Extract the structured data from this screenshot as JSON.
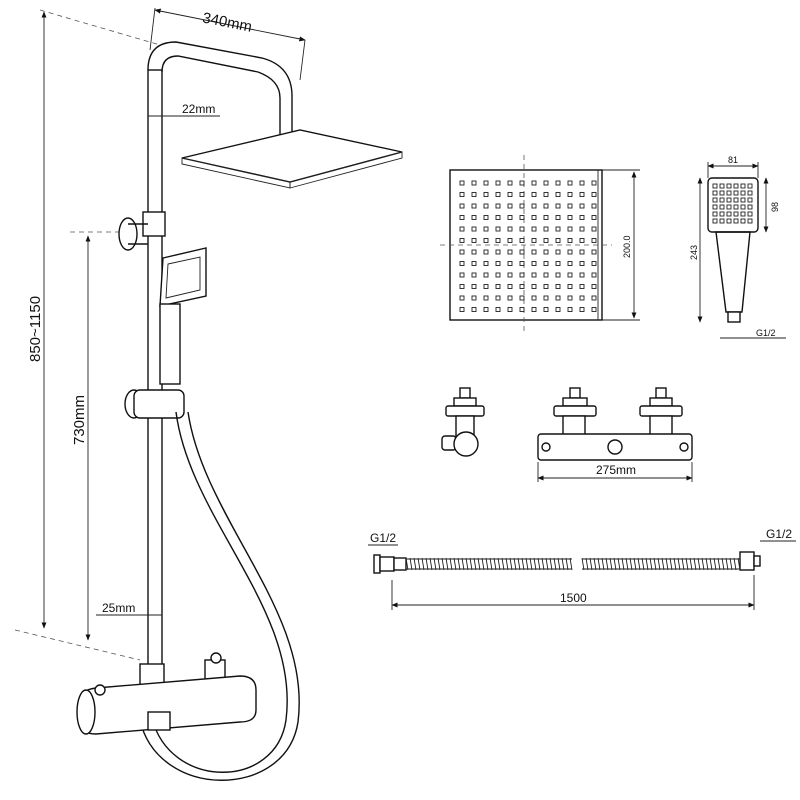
{
  "dimensions": {
    "arm_length": "340mm",
    "pipe_diameter_top": "22mm",
    "total_height": "850~1150",
    "bar_height": "730mm",
    "pipe_diameter_bottom": "25mm",
    "head_size": "200.0",
    "hand_width": "81",
    "hand_head_height": "98",
    "hand_total_height": "243",
    "hand_thread": "G1/2",
    "valve_width": "275mm",
    "hose_thread_left": "G1/2",
    "hose_thread_right": "G1/2",
    "hose_length": "1500"
  },
  "colors": {
    "line": "#111111",
    "dash": "#555555",
    "background": "#ffffff"
  }
}
